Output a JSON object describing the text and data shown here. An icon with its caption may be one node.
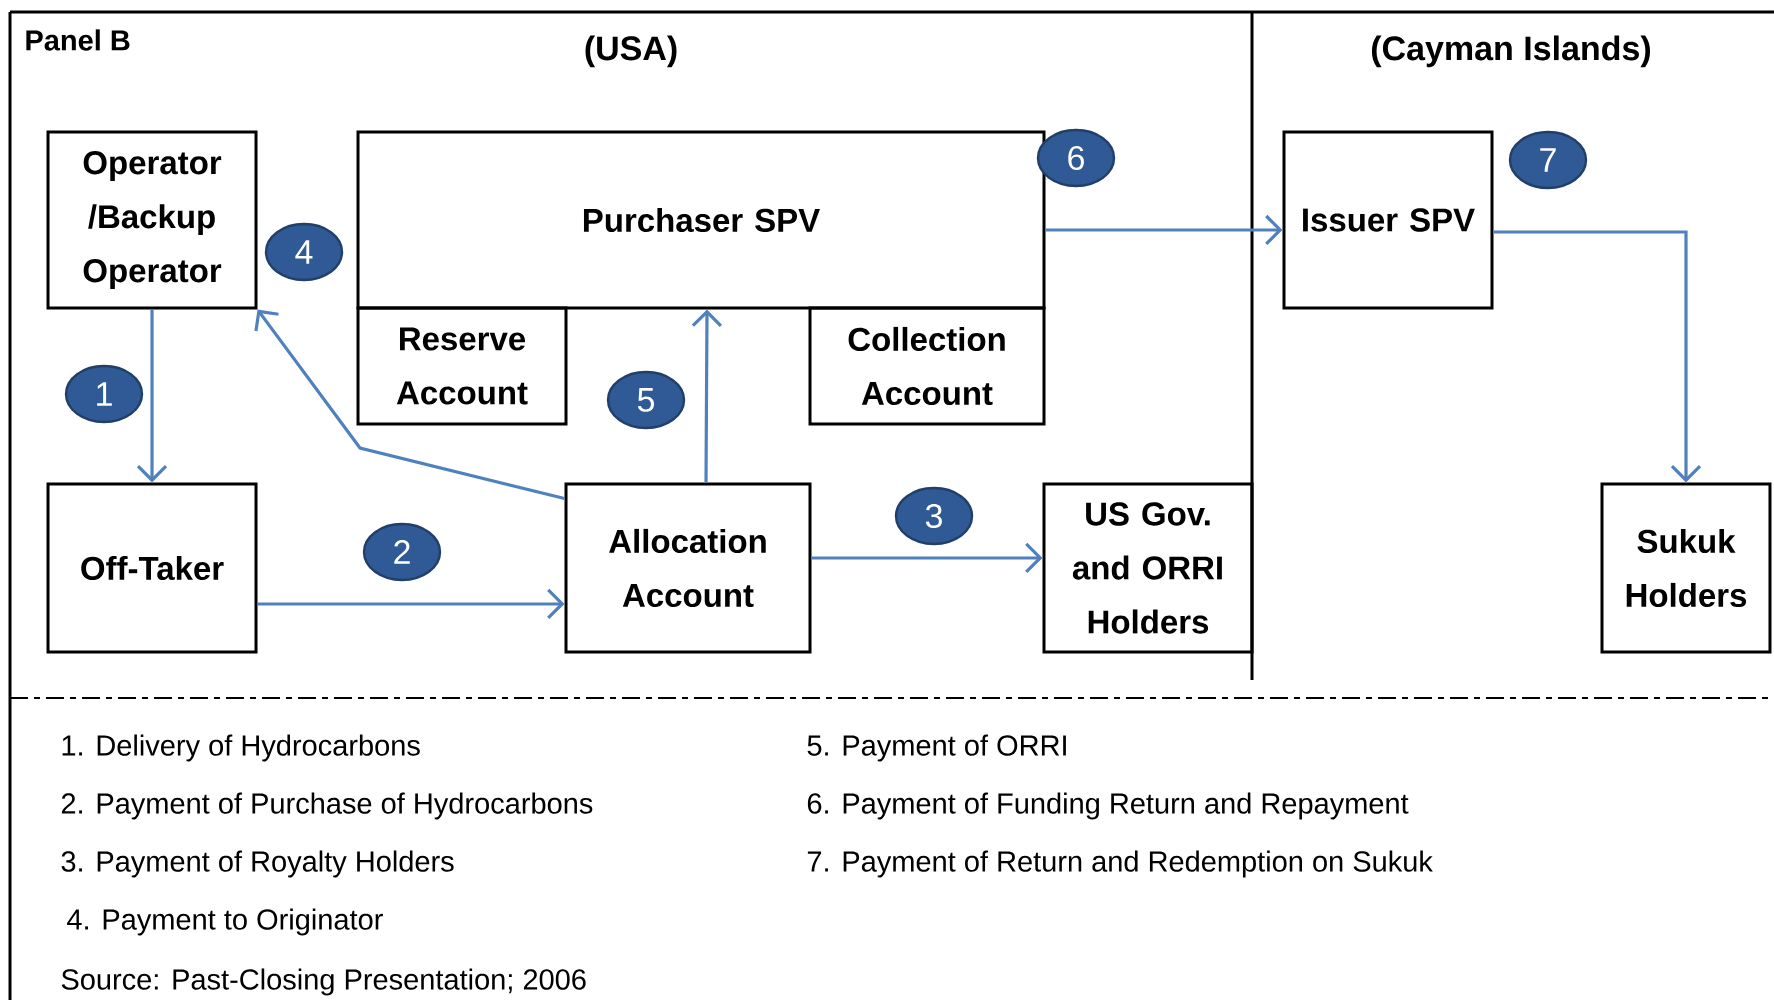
{
  "diagram": {
    "nodes": [
      {
        "text": [
          "(USA)"
        ]
      },
      {
        "text": [
          "Operator /Backup Operator"
        ]
      },
      {
        "text": [
          "Purchaser SPV"
        ]
      },
      {
        "text": [
          "Reserve Account"
        ]
      },
      {
        "text": [
          "Collection Account"
        ]
      },
      {
        "text": [
          "Off-Taker"
        ]
      },
      {
        "text": [
          "Allocation Account"
        ]
      },
      {
        "text": [
          "US Gov. and ORRI Holders"
        ]
      },
      {
        "text": [
          "(Cayman Islands)"
        ]
      },
      {
        "text": [
          "Issuer SPV"
        ]
      },
      {
        "text": [
          "Sukuk Holders"
        ]
      }
    ],
    "edges": [
      {
        "from": 1,
        "to": 5,
        "arrow": "to",
        "label": "1"
      },
      {
        "from": 5,
        "to": 6,
        "arrow": "to",
        "label": "2"
      },
      {
        "from": 6,
        "to": 7,
        "arrow": "to",
        "label": "3"
      },
      {
        "from": 6,
        "to": 1,
        "arrow": "to",
        "label": "4"
      },
      {
        "from": 6,
        "to": 2,
        "arrow": "to",
        "label": "5"
      },
      {
        "from": 2,
        "to": 9,
        "arrow": "to",
        "label": "6"
      },
      {
        "from": 9,
        "to": 10,
        "arrow": "to",
        "label": "7"
      }
    ],
    "labels": [
      "Panel B",
      "1. Delivery of Hydrocarbons",
      "5. Payment of ORRI",
      "2. Payment of Purchase of Hydrocarbons",
      "6. Payment of Funding Return and Repayment",
      "3. Payment of Royalty Holders",
      "7. Payment of Return and Redemption on Sukuk",
      "4. Payment to Originator",
      "Source: Past-Closing Presentation; 2006"
    ]
  }
}
